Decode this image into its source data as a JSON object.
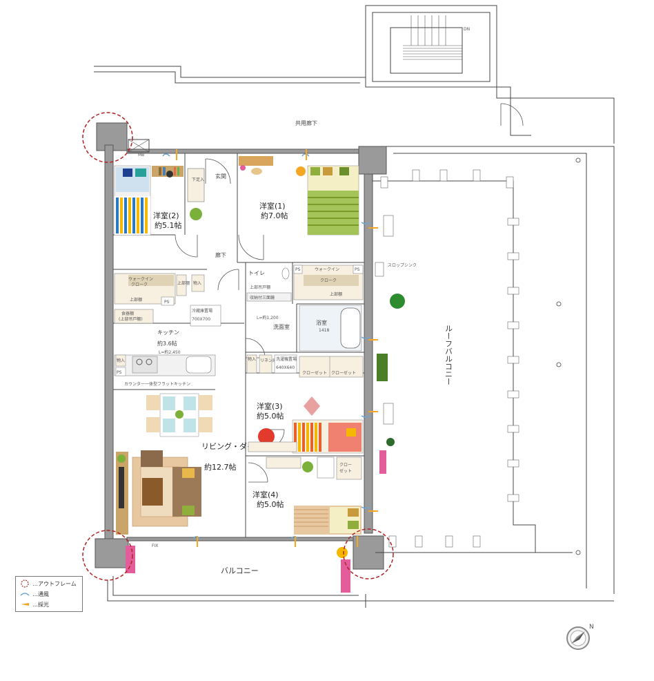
{
  "labels": {
    "mb": "MB",
    "dn": "DN",
    "common_corridor": "共用廊下",
    "entrance": "玄関",
    "shoe_cabinet": "下足入",
    "corridor": "廊下",
    "toilet": "トイレ",
    "upper_door_shelf": "上部吊戸棚",
    "mirror_storage": "収納付三面鏡",
    "l_1200": "L=約1,200",
    "washroom": "洗面室",
    "bath": "浴室",
    "bath_size": "1418",
    "linen": "リネン庫",
    "washer": "洗濯機置場",
    "washer_size": "640X640",
    "storage": "物入",
    "wic": "ウォークイン",
    "wic2": "クローク",
    "upper_shelf": "上部棚",
    "ps": "PS",
    "fridge": "冷蔵庫置場",
    "fridge_size": "700X700",
    "cupboard": "食器棚",
    "cupboard2": "(上部吊戸棚)",
    "kitchen": "キッチン",
    "kitchen_size": "約3.6帖",
    "l_2450": "L=約2,450",
    "kitchen_counter": "カウンター一体型フラットキッチン",
    "closet": "クローゼット",
    "closet_short_1": "クロー",
    "closet_short_2": "ゼット",
    "slop_sink": "スロップシンク",
    "roof_balcony": "ルーフバルコニー",
    "balcony": "バルコニー",
    "fix": "FIX"
  },
  "rooms": [
    {
      "name": "洋室(2)",
      "size": "約5.1帖"
    },
    {
      "name": "洋室(1)",
      "size": "約7.0帖"
    },
    {
      "name": "洋室(3)",
      "size": "約5.0帖"
    },
    {
      "name": "洋室(4)",
      "size": "約5.0帖"
    },
    {
      "name": "リビング・ダイニング",
      "size": "約12.7帖"
    }
  ],
  "legend": {
    "outframe": "…アウトフレーム",
    "ventilation": "…通風",
    "lighting": "…採光"
  },
  "colors": {
    "wall": "#9a9a9a",
    "floor_wood": "#e8c8a0",
    "outframe": "#b22222",
    "ventilation": "#6aa6d6",
    "lighting": "#f5a623",
    "bed_green": "#8fae3c",
    "rug_orange": "#e8612c"
  },
  "compass": {
    "north_label": "N"
  }
}
